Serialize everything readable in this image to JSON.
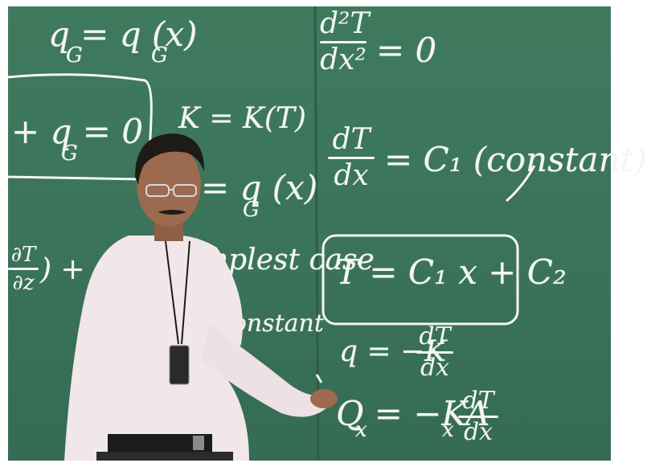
{
  "board": {
    "left_equations": {
      "heat_generation": "q  = q  (x)",
      "heat_generation_subscripts": [
        "G",
        "G"
      ],
      "boxed_term": "+ q  = 0",
      "boxed_subscript": "G",
      "conductivity": "K = K(T)",
      "partial_rhs": "= q  (x)",
      "partial_rhs_subscript": "G",
      "partial_fragment_num": "∂T",
      "partial_fragment_den": "∂z",
      "partial_fragment_tail": ") + q",
      "simplest_case": "mplest case",
      "constant_note": "constant"
    },
    "right_equations": {
      "second_derivative_num": "d²T",
      "second_derivative_den": "dx²",
      "second_derivative_rhs": "= 0",
      "first_derivative_num": "dT",
      "first_derivative_den": "dx",
      "first_derivative_rhs": "= C₁ (constant)",
      "general_solution": "T = C₁ x + C₂",
      "flux_lhs": "q = −K",
      "flux_num": "dT",
      "flux_den": "dx",
      "heat_rate_lhs": "Q  = −KA",
      "heat_rate_sub_lhs": "x",
      "heat_rate_sub_area": "x",
      "heat_rate_num": "dT",
      "heat_rate_den": "dx"
    }
  },
  "colors": {
    "chalkboard": "#3a735a",
    "chalk": "#f4f6f2",
    "shirt": "#f1e6ea",
    "skin": "#9c6a4e",
    "hair": "#1f1a18"
  }
}
